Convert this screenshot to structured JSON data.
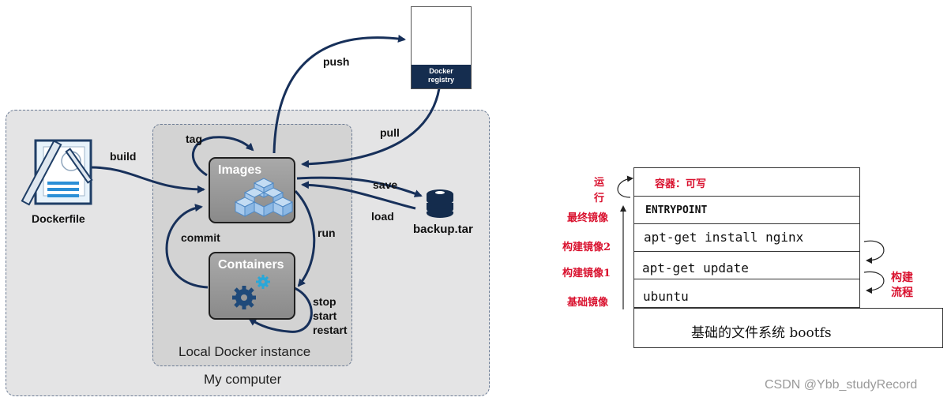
{
  "docker_flow": {
    "my_computer_label": "My computer",
    "local_instance_label": "Local Docker instance",
    "dockerfile_label": "Dockerfile",
    "images_label": "Images",
    "containers_label": "Containers",
    "registry_line1": "Docker",
    "registry_line2": "registry",
    "backup_label": "backup.tar",
    "arrows": {
      "build": "build",
      "tag": "tag",
      "push": "push",
      "pull": "pull",
      "save": "save",
      "load": "load",
      "run": "run",
      "commit": "commit",
      "stop": "stop",
      "start": "start",
      "restart": "restart"
    }
  },
  "layer_stack": {
    "layers": [
      "容器：可写",
      "ENTRYPOINT",
      "apt-get install nginx",
      "apt-get update",
      "ubuntu"
    ],
    "base": "基础的文件系统 bootfs",
    "left_labels": {
      "run_line1": "运",
      "run_line2": "行",
      "final_image": "最终镜像",
      "build_image2": "构建镜像2",
      "build_image1": "构建镜像1",
      "base_image": "基础镜像"
    },
    "right_label_line1": "构建",
    "right_label_line2": "流程"
  },
  "watermark": "CSDN @Ybb_studyRecord",
  "colors": {
    "arrow": "#17305a",
    "red_text": "#d9112e",
    "registry_band": "#152d4f",
    "docker_blue": "#2496ed"
  }
}
